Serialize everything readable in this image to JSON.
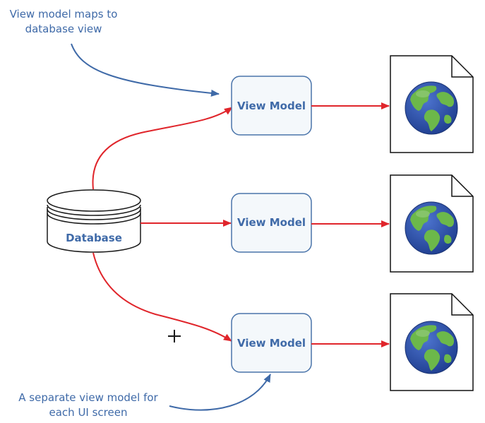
{
  "annotations": {
    "top_line1": "View model maps to",
    "top_line2": "database view",
    "bottom_line1": "A separate view model for",
    "bottom_line2": "each UI screen"
  },
  "database": {
    "label": "Database"
  },
  "view_models": [
    {
      "label": "View Model"
    },
    {
      "label": "View Model"
    },
    {
      "label": "View Model"
    }
  ],
  "documents": [
    {
      "icon": "globe-icon"
    },
    {
      "icon": "globe-icon"
    },
    {
      "icon": "globe-icon"
    }
  ],
  "colors": {
    "arrow_red": "#e0252b",
    "annotation_blue": "#3f6aa8",
    "box_fill": "#f4f8fb",
    "box_stroke": "#4a74aa",
    "globe_ocean": "#2c4fa5",
    "globe_land": "#6cb84a"
  }
}
